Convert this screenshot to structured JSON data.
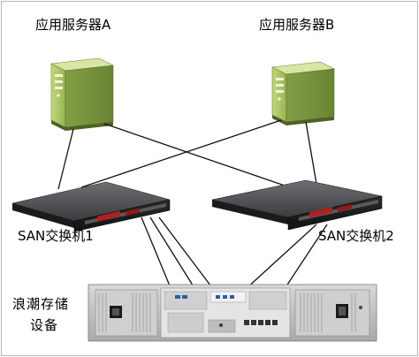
{
  "labels": {
    "server_a": "应用服务器A",
    "server_b": "应用服务器B",
    "switch_1": "SAN交换机1",
    "switch_2": "SAN交换机2",
    "storage_line1": "浪潮存储",
    "storage_line2": "设备"
  },
  "colors": {
    "frame": "#b8b8b8",
    "link": "#111111",
    "server_body": "#a6c15f",
    "server_side": "#7c9740",
    "switch_body": "#2c2c2c",
    "switch_led": "#b02020",
    "storage_body": "#c4c4c4"
  }
}
